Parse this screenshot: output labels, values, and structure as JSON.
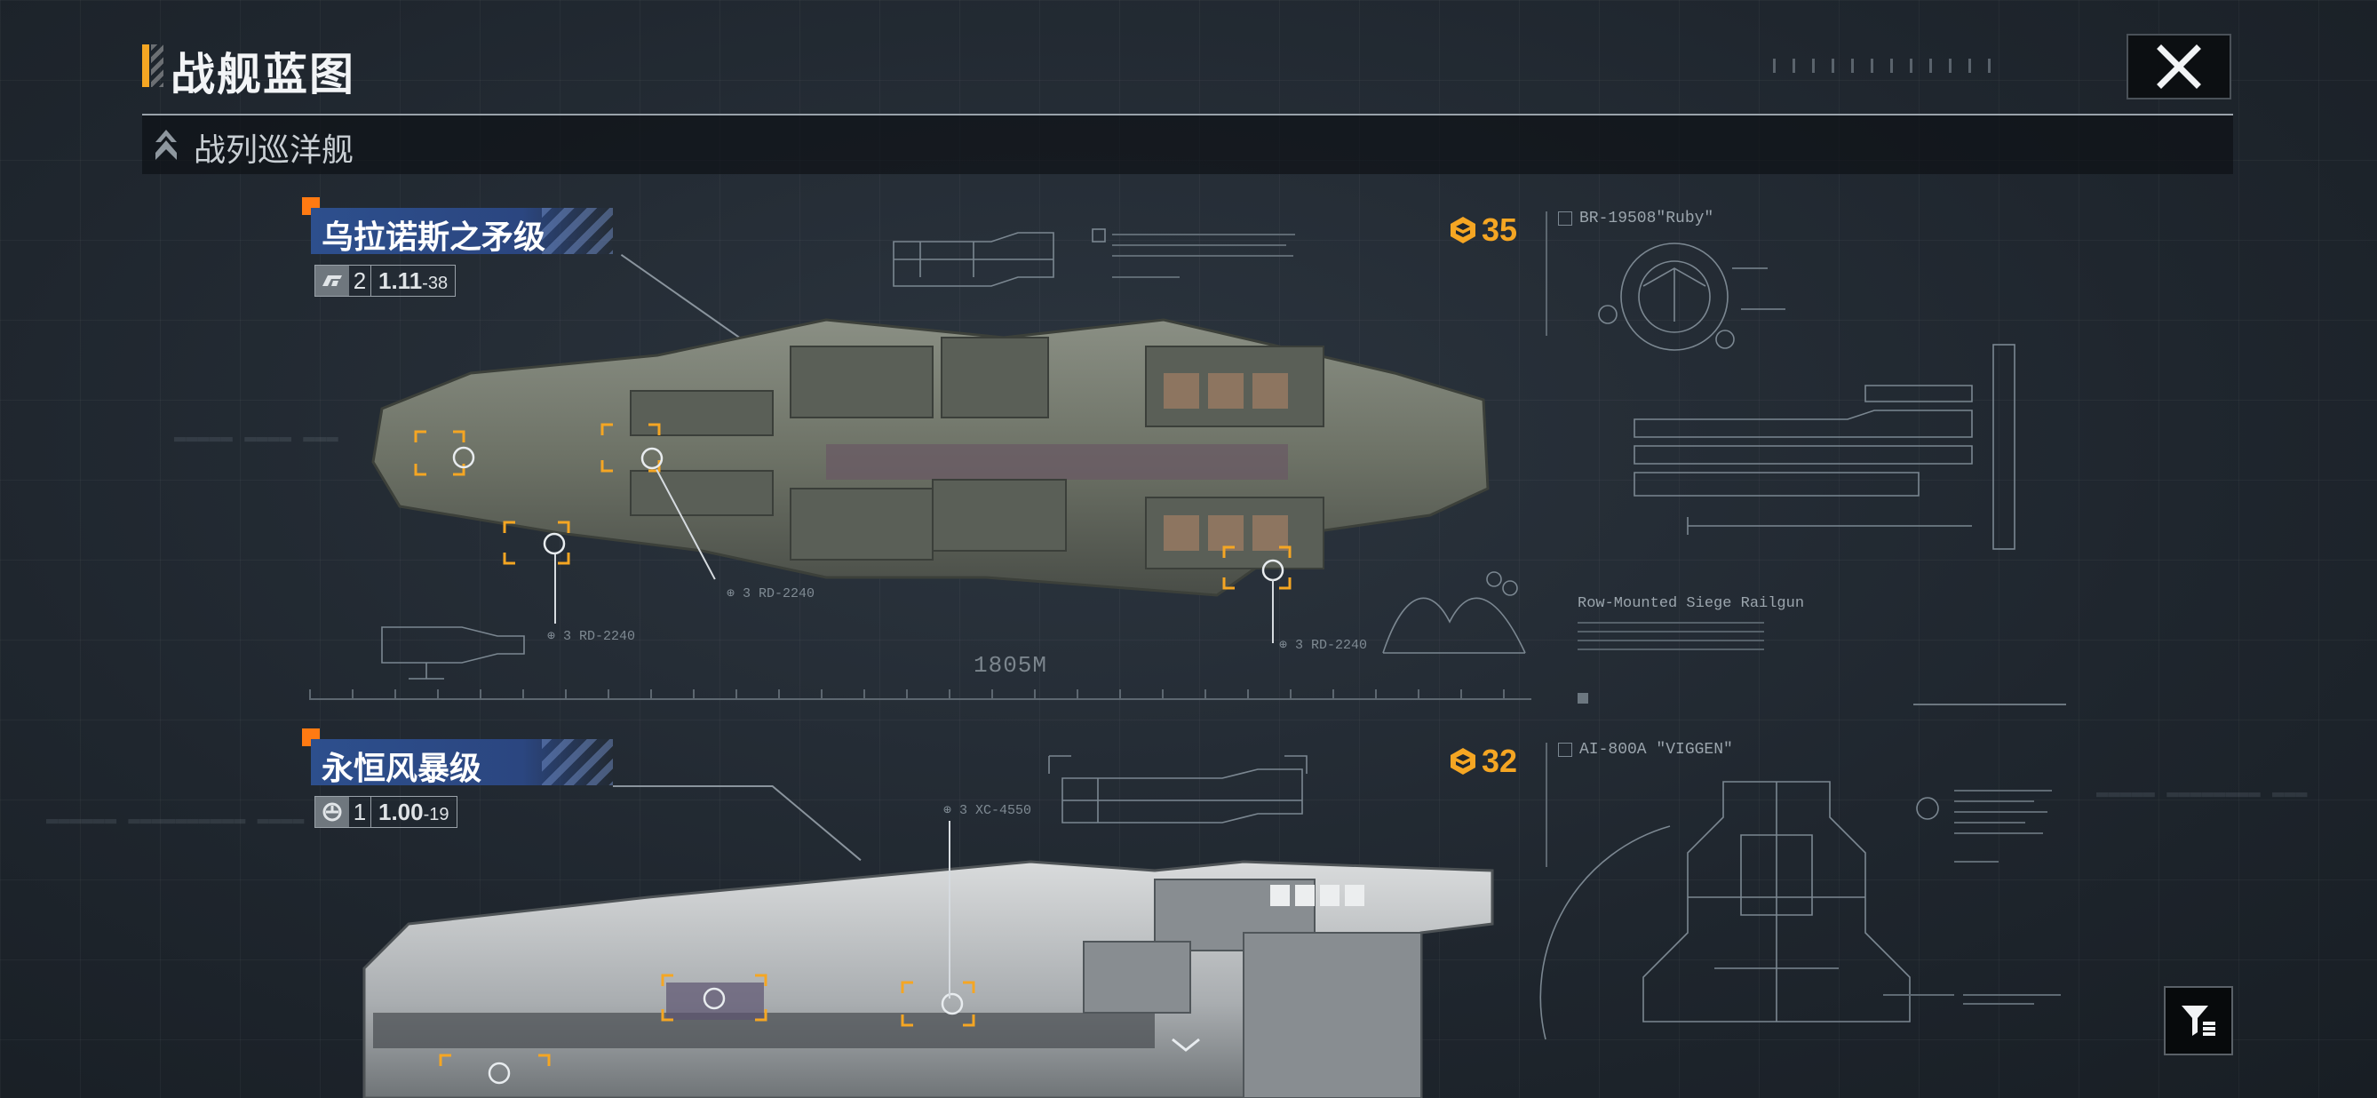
{
  "header": {
    "title": "战舰蓝图",
    "close_icon": "close-x-icon"
  },
  "category": {
    "label": "战列巡洋舰",
    "icon": "rank-chevron-icon"
  },
  "ships": [
    {
      "name": "乌拉诺斯之矛级",
      "type_icon": "hull-type-icon",
      "tier": "2",
      "stat_main": "1.11",
      "stat_suffix": "-38",
      "cost_icon": "command-point-icon",
      "cost": "35",
      "weapon_name": "BR-19508\"Ruby\"",
      "weapon_caption": "Row-Mounted Siege Railgun",
      "weapon_label_1": "⊕ 3 RD-2240",
      "weapon_label_2": "⊕ 3 RD-2240",
      "weapon_label_3": "⊕ 3 RD-2240",
      "length": "1805M"
    },
    {
      "name": "永恒风暴级",
      "type_icon": "hull-type-icon",
      "tier": "1",
      "stat_main": "1.00",
      "stat_suffix": "-19",
      "cost_icon": "command-point-icon",
      "cost": "32",
      "weapon_name": "AI-800A \"VIGGEN\"",
      "weapon_label_1": "⊕ 3 XC-4550"
    }
  ],
  "filter_icon": "filter-icon",
  "colors": {
    "accent_orange": "#f5a623",
    "marker_orange": "#ff7a12",
    "plate_blue": "#2d4f8d",
    "background": "#1e252d"
  }
}
